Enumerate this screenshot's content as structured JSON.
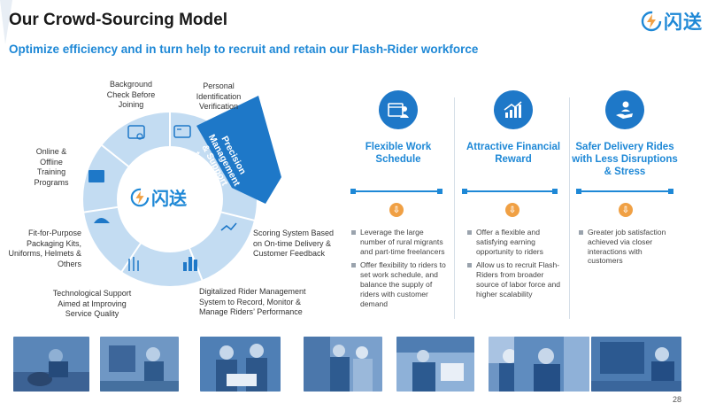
{
  "title": "Our Crowd-Sourcing Model",
  "subtitle": "Optimize efficiency and in turn help to recruit and retain our Flash-Rider workforce",
  "logo_text": "闪送",
  "diagram": {
    "center_logo_text": "闪送",
    "highlight_segment": "Precision Management & Support to Riders",
    "labels": {
      "background_check": "Background Check Before Joining",
      "identification": "Personal Identification Verification",
      "training": "Online & Offline Training Programs",
      "packaging": "Fit-for-Purpose Packaging Kits, Uniforms, Helmets & Others",
      "tech_support": "Technological Support Aimed at Improving Service Quality",
      "digitalized": "Digitalized Rider Management System to Record, Monitor & Manage Riders’ Performance",
      "scoring": "Scoring System Based on On-time Delivery & Customer Feedback"
    }
  },
  "columns": [
    {
      "heading": "Flexible Work Schedule",
      "icon": "calendar-person-icon",
      "bullets": [
        "Leverage the large number of rural migrants and part-time freelancers",
        "Offer flexibility to riders to set work schedule, and balance the supply of riders with customer demand"
      ]
    },
    {
      "heading": "Attractive Financial Reward",
      "icon": "growth-chart-icon",
      "bullets": [
        "Offer a flexible and satisfying earning opportunity to riders",
        "Allow us to recruit Flash-Riders from broader source of labor force and higher scalability"
      ]
    },
    {
      "heading": "Safer Delivery Rides with Less Disruptions & Stress",
      "icon": "hand-person-icon",
      "bullets": [
        "Greater job satisfaction achieved via closer interactions with customers"
      ]
    }
  ],
  "photos": [
    {
      "name": "photo-rider-motorcycle"
    },
    {
      "name": "photo-rider-scooter"
    },
    {
      "name": "photo-riders-award"
    },
    {
      "name": "photo-rider-delivery"
    },
    {
      "name": "photo-rider-phone"
    },
    {
      "name": "photo-rider-handoff"
    },
    {
      "name": "photo-rider-smiling"
    },
    {
      "name": "photo-rider-vehicle"
    }
  ],
  "page_number": "28",
  "colors": {
    "accent": "#1e88d6",
    "dark_blue": "#1e78c8",
    "orange": "#f0a044",
    "ring": "#bcd9f2"
  }
}
